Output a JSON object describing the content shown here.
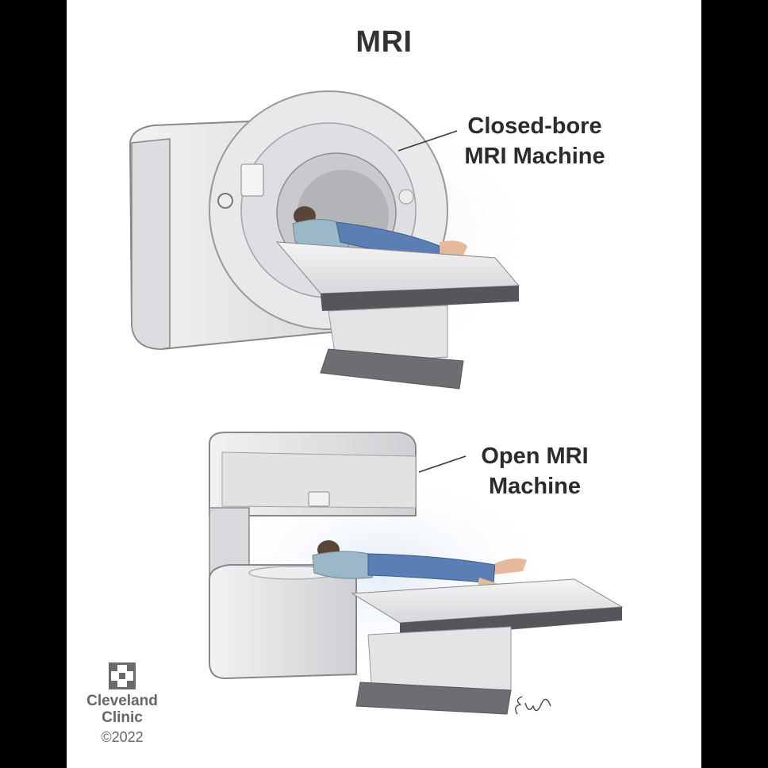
{
  "title": "MRI",
  "labels": {
    "closed_line1": "Closed-bore",
    "closed_line2": "MRI Machine",
    "open_line1": "Open MRI",
    "open_line2": "Machine"
  },
  "branding": {
    "name_line1": "Cleveland",
    "name_line2": "Clinic",
    "copyright": "©2022",
    "logo_icon": "cross-icon"
  },
  "colors": {
    "background": "#ffffff",
    "border": "#000000",
    "machine_light": "#e8e8ea",
    "machine_mid": "#cfd0d3",
    "machine_dark": "#55565a",
    "gown": "#9ab8c8",
    "jeans": "#5b7fb5",
    "skin": "#e6b99a"
  }
}
